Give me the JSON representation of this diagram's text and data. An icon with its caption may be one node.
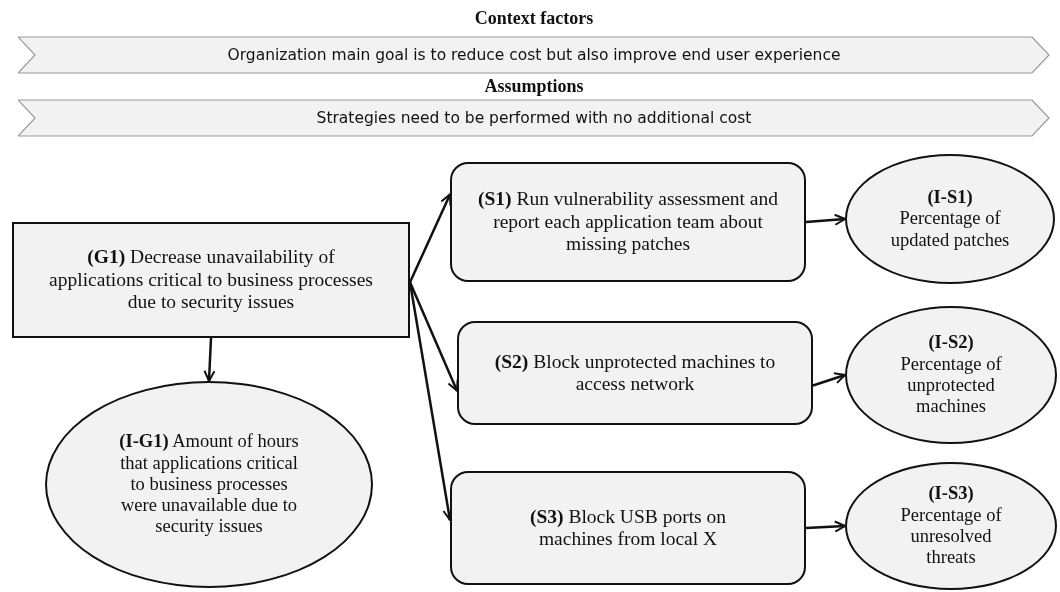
{
  "diagram": {
    "nodes": [
      {
        "text": [
          "Context factors",
          "Organization main goal is to reduce cost but also improve end user experience"
        ]
      },
      {
        "text": [
          "Assumptions",
          "Strategies need to be performed with no additional cost"
        ]
      },
      {
        "text": [
          "**(G1)** Decrease  unavailability of applications critical to business processes due to security issues"
        ]
      },
      {
        "text": [
          "**(S1)** Run vulnerability assessment and report each application team about missing patches"
        ]
      },
      {
        "text": [
          "(I-S1)",
          "Percentage of updated patches"
        ]
      },
      {
        "text": [
          "**(S2)** Block unprotected machines to access network"
        ]
      },
      {
        "text": [
          "(I-S2)",
          "Percentage of unprotected machines"
        ]
      },
      {
        "text": [
          "**(I-G1)** Amount of hours that applications critical to business processes were unavailable due to security issues"
        ]
      },
      {
        "text": [
          "**(S3)** Block USB ports on machines from local X"
        ]
      },
      {
        "text": [
          "(I-S3)",
          "Percentage of unresolved threats"
        ]
      }
    ],
    "edges": [
      {
        "from": 2,
        "to": 3,
        "arrow": "to"
      },
      {
        "from": 2,
        "to": 5,
        "arrow": "to"
      },
      {
        "from": 2,
        "to": 8,
        "arrow": "to"
      },
      {
        "from": 2,
        "to": 7,
        "arrow": "to"
      },
      {
        "from": 3,
        "to": 4,
        "arrow": "to"
      },
      {
        "from": 5,
        "to": 6,
        "arrow": "to"
      },
      {
        "from": 8,
        "to": 9,
        "arrow": "to"
      }
    ]
  }
}
